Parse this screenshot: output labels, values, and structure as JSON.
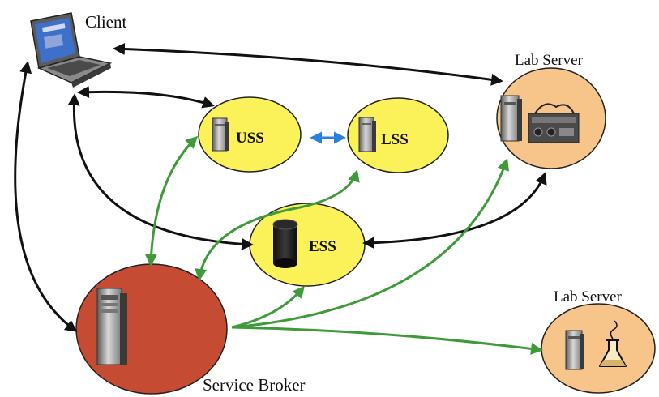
{
  "diagram": {
    "labels": {
      "client": "Client",
      "lab_server_top": "Lab Server",
      "lab_server_bottom": "Lab Server",
      "service_broker": "Service Broker",
      "uss": "USS",
      "lss": "LSS",
      "ess": "ESS"
    },
    "nodes": [
      {
        "id": "client",
        "kind": "laptop"
      },
      {
        "id": "uss",
        "kind": "server",
        "color": "#fbf25a"
      },
      {
        "id": "lss",
        "kind": "server",
        "color": "#fbf25a"
      },
      {
        "id": "ess",
        "kind": "database",
        "color": "#fbf25a"
      },
      {
        "id": "lab_server_top",
        "kind": "server-with-instrument",
        "color": "#f7c58a"
      },
      {
        "id": "lab_server_bottom",
        "kind": "server-with-flask",
        "color": "#f7c58a"
      },
      {
        "id": "service_broker",
        "kind": "server",
        "color": "#c54b33"
      }
    ],
    "connections": [
      {
        "from": "client",
        "to": "lab_server_top",
        "color": "#111111"
      },
      {
        "from": "client",
        "to": "uss",
        "color": "#111111"
      },
      {
        "from": "client",
        "to": "ess",
        "color": "#111111"
      },
      {
        "from": "client",
        "to": "service_broker",
        "color": "#111111"
      },
      {
        "from": "ess",
        "to": "lab_server_top",
        "color": "#111111"
      },
      {
        "from": "uss",
        "to": "lss",
        "color": "#2a7fe0"
      },
      {
        "from": "service_broker",
        "to": "uss",
        "color": "#3f9a3a"
      },
      {
        "from": "service_broker",
        "to": "lss",
        "color": "#3f9a3a"
      },
      {
        "from": "service_broker",
        "to": "ess",
        "color": "#3f9a3a"
      },
      {
        "from": "service_broker",
        "to": "lab_server_top",
        "color": "#3f9a3a"
      },
      {
        "from": "service_broker",
        "to": "lab_server_bottom",
        "color": "#3f9a3a"
      }
    ]
  }
}
